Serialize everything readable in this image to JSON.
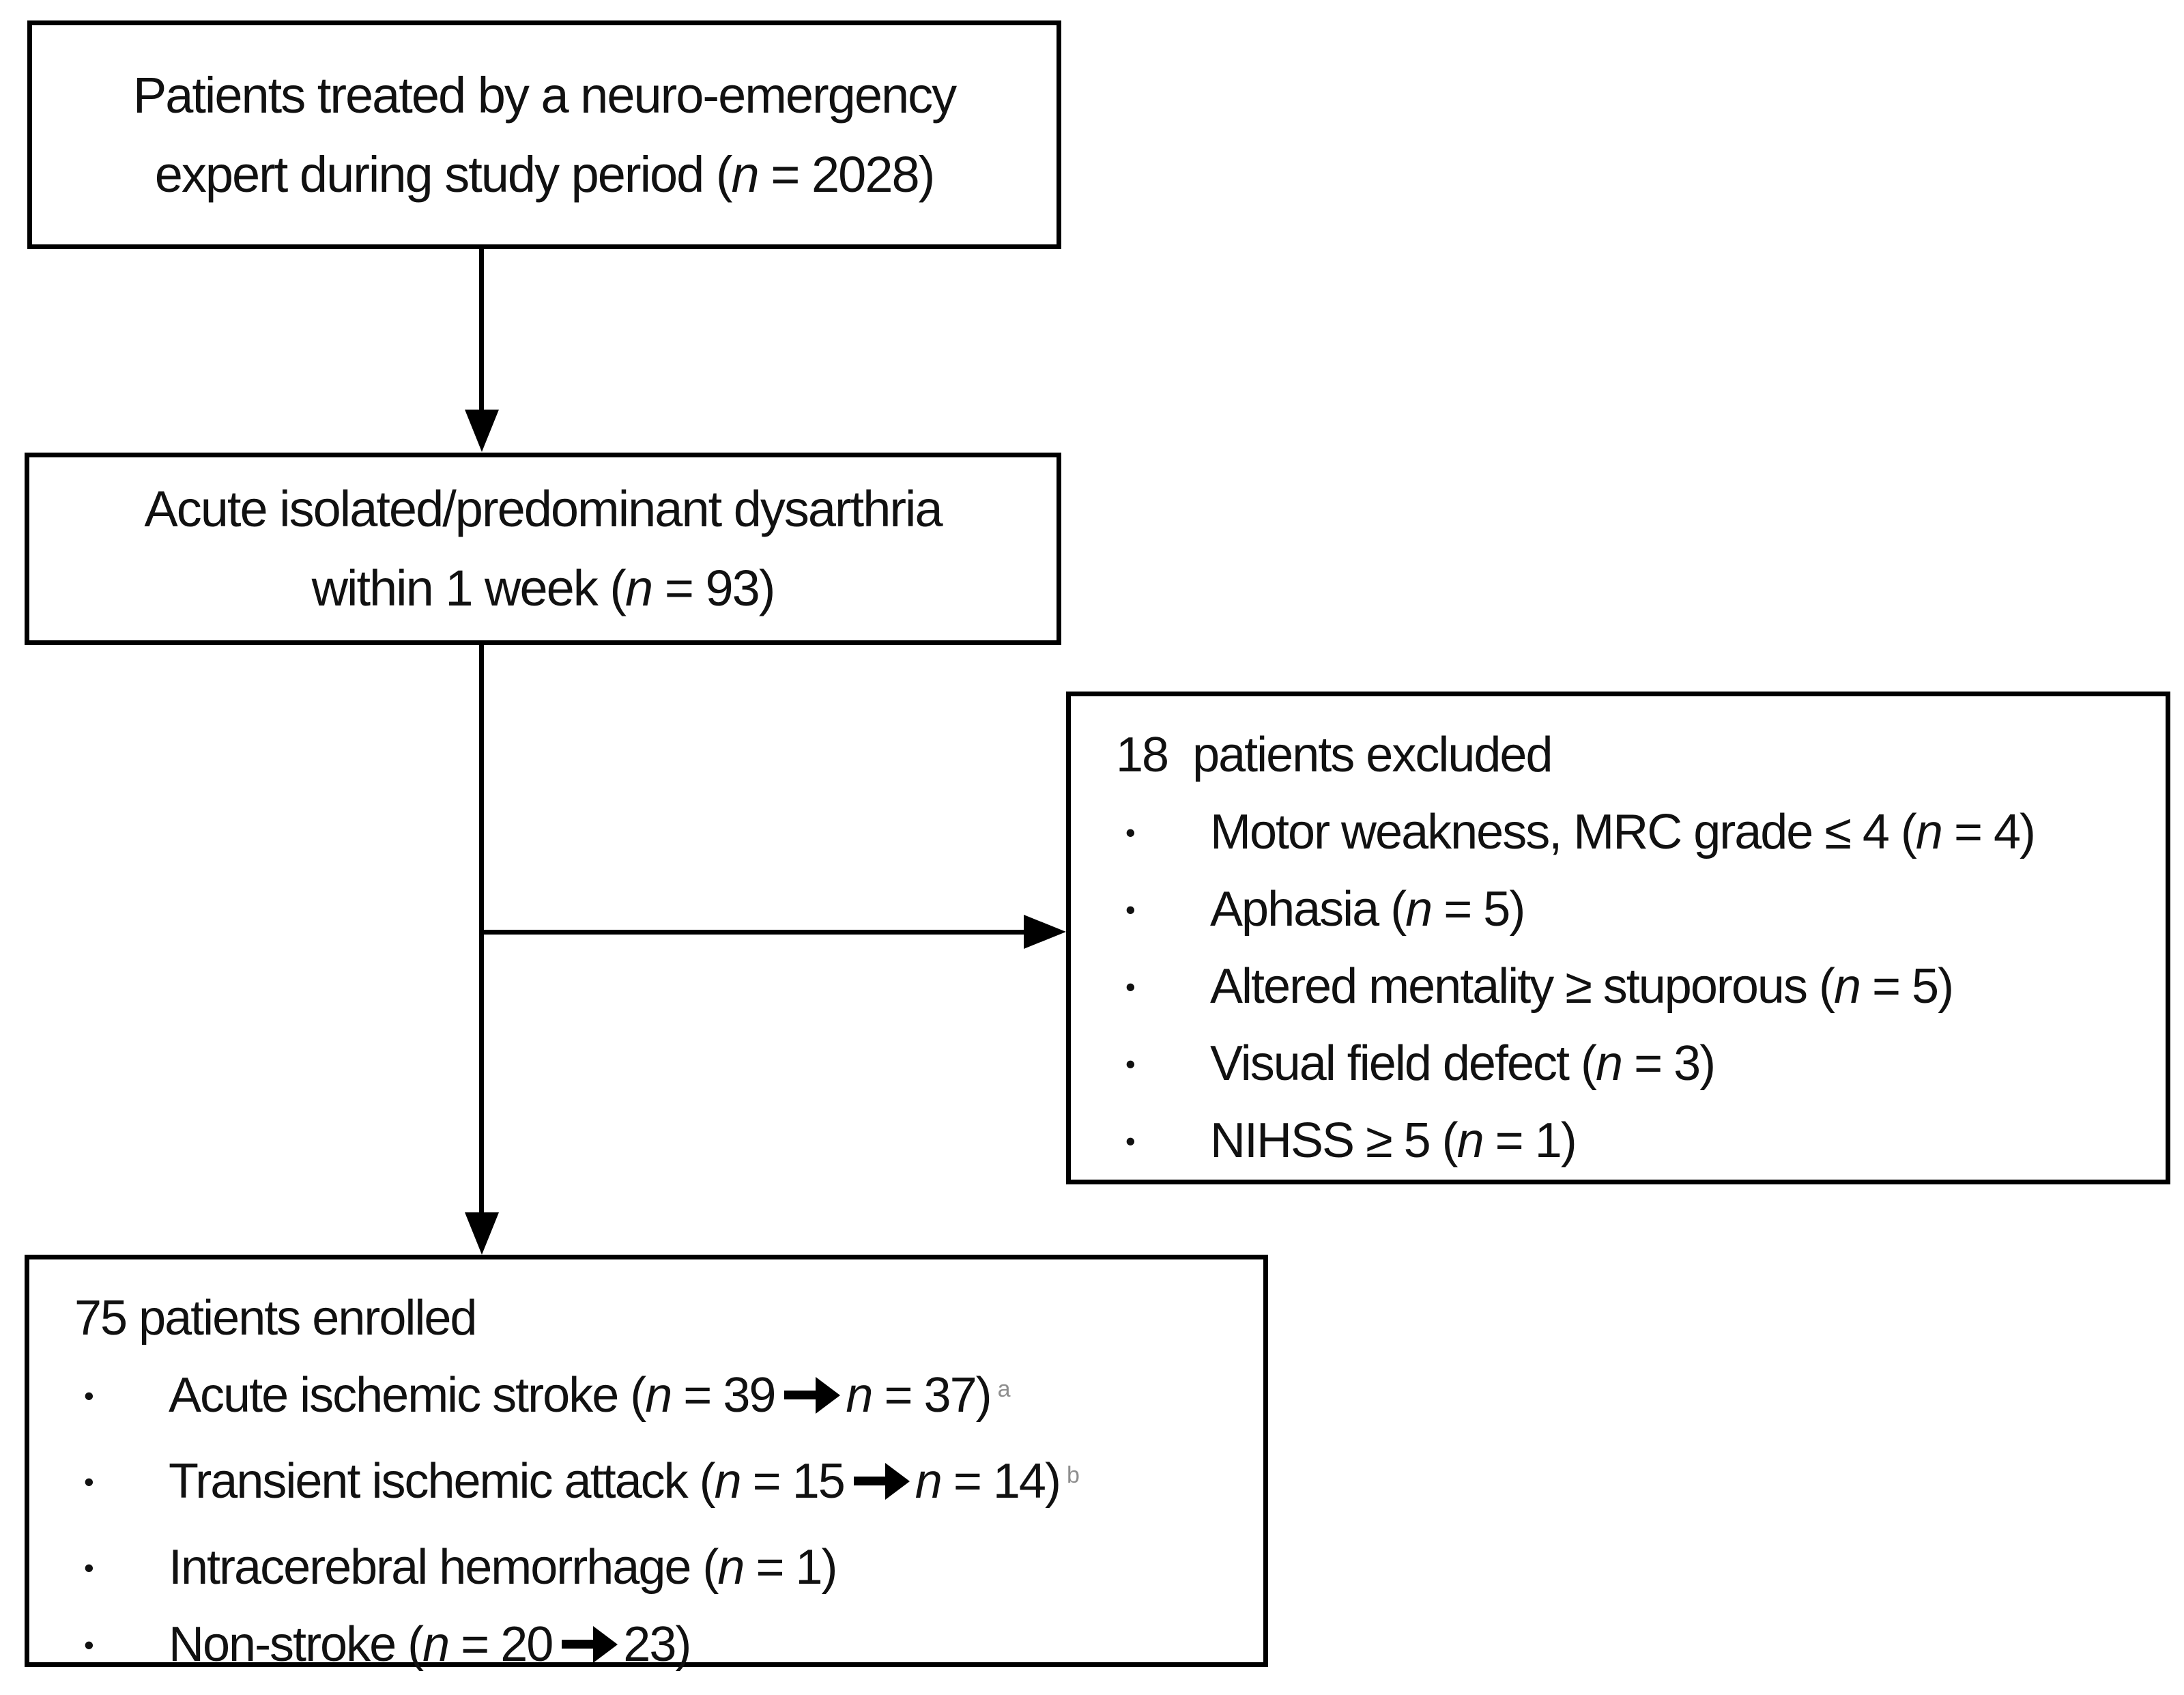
{
  "figure": {
    "type": "patient-flow-diagram",
    "background_color": "#ffffff",
    "line_color": "#000000",
    "superscript_color": "#8e8e8e"
  },
  "glyphs": {
    "bullet": "•"
  },
  "box_source": {
    "lines": [
      [
        {
          "t": "Patients treated by a neuro-emergency"
        }
      ],
      [
        {
          "t": "expert during study period ("
        },
        {
          "t": "n",
          "i": true
        },
        {
          "t": " = 2028)"
        }
      ]
    ]
  },
  "box_cohort": {
    "lines": [
      [
        {
          "t": "Acute isolated/predominant dysarthria"
        }
      ],
      [
        {
          "t": "within 1 week ("
        },
        {
          "t": "n",
          "i": true
        },
        {
          "t": " = 93)"
        }
      ]
    ]
  },
  "box_excluded": {
    "title": [
      {
        "t": "18  patients excluded"
      }
    ],
    "bullets": [
      [
        {
          "t": "Motor weakness, MRC grade ≤ 4 ("
        },
        {
          "t": "n",
          "i": true
        },
        {
          "t": " = 4)"
        }
      ],
      [
        {
          "t": "Aphasia ("
        },
        {
          "t": "n",
          "i": true
        },
        {
          "t": " = 5)"
        }
      ],
      [
        {
          "t": "Altered mentality ≥ stuporous ("
        },
        {
          "t": "n",
          "i": true
        },
        {
          "t": " = 5)"
        }
      ],
      [
        {
          "t": "Visual field defect ("
        },
        {
          "t": "n",
          "i": true
        },
        {
          "t": " = 3)"
        }
      ],
      [
        {
          "t": "NIHSS ≥ 5 ("
        },
        {
          "t": "n",
          "i": true
        },
        {
          "t": " = 1)"
        }
      ]
    ]
  },
  "box_enrolled": {
    "title": [
      {
        "t": "75 patients enrolled"
      }
    ],
    "bullets": [
      [
        {
          "t": "Acute ischemic stroke ("
        },
        {
          "t": "n",
          "i": true
        },
        {
          "t": " = 39"
        },
        {
          "icon": "arrow-right"
        },
        {
          "t": "n",
          "i": true
        },
        {
          "t": " = 37)"
        },
        {
          "t": "a",
          "sup": true
        }
      ],
      [
        {
          "t": "Transient ischemic attack ("
        },
        {
          "t": "n",
          "i": true
        },
        {
          "t": " = 15"
        },
        {
          "icon": "arrow-right"
        },
        {
          "t": "n",
          "i": true
        },
        {
          "t": " = 14)"
        },
        {
          "t": "b",
          "sup": true
        }
      ],
      [
        {
          "t": "Intracerebral hemorrhage ("
        },
        {
          "t": "n",
          "i": true
        },
        {
          "t": " = 1)"
        }
      ],
      [
        {
          "t": "Non-stroke ("
        },
        {
          "t": "n",
          "i": true
        },
        {
          "t": " = 20"
        },
        {
          "icon": "arrow-right"
        },
        {
          "t": "23)"
        }
      ]
    ]
  }
}
